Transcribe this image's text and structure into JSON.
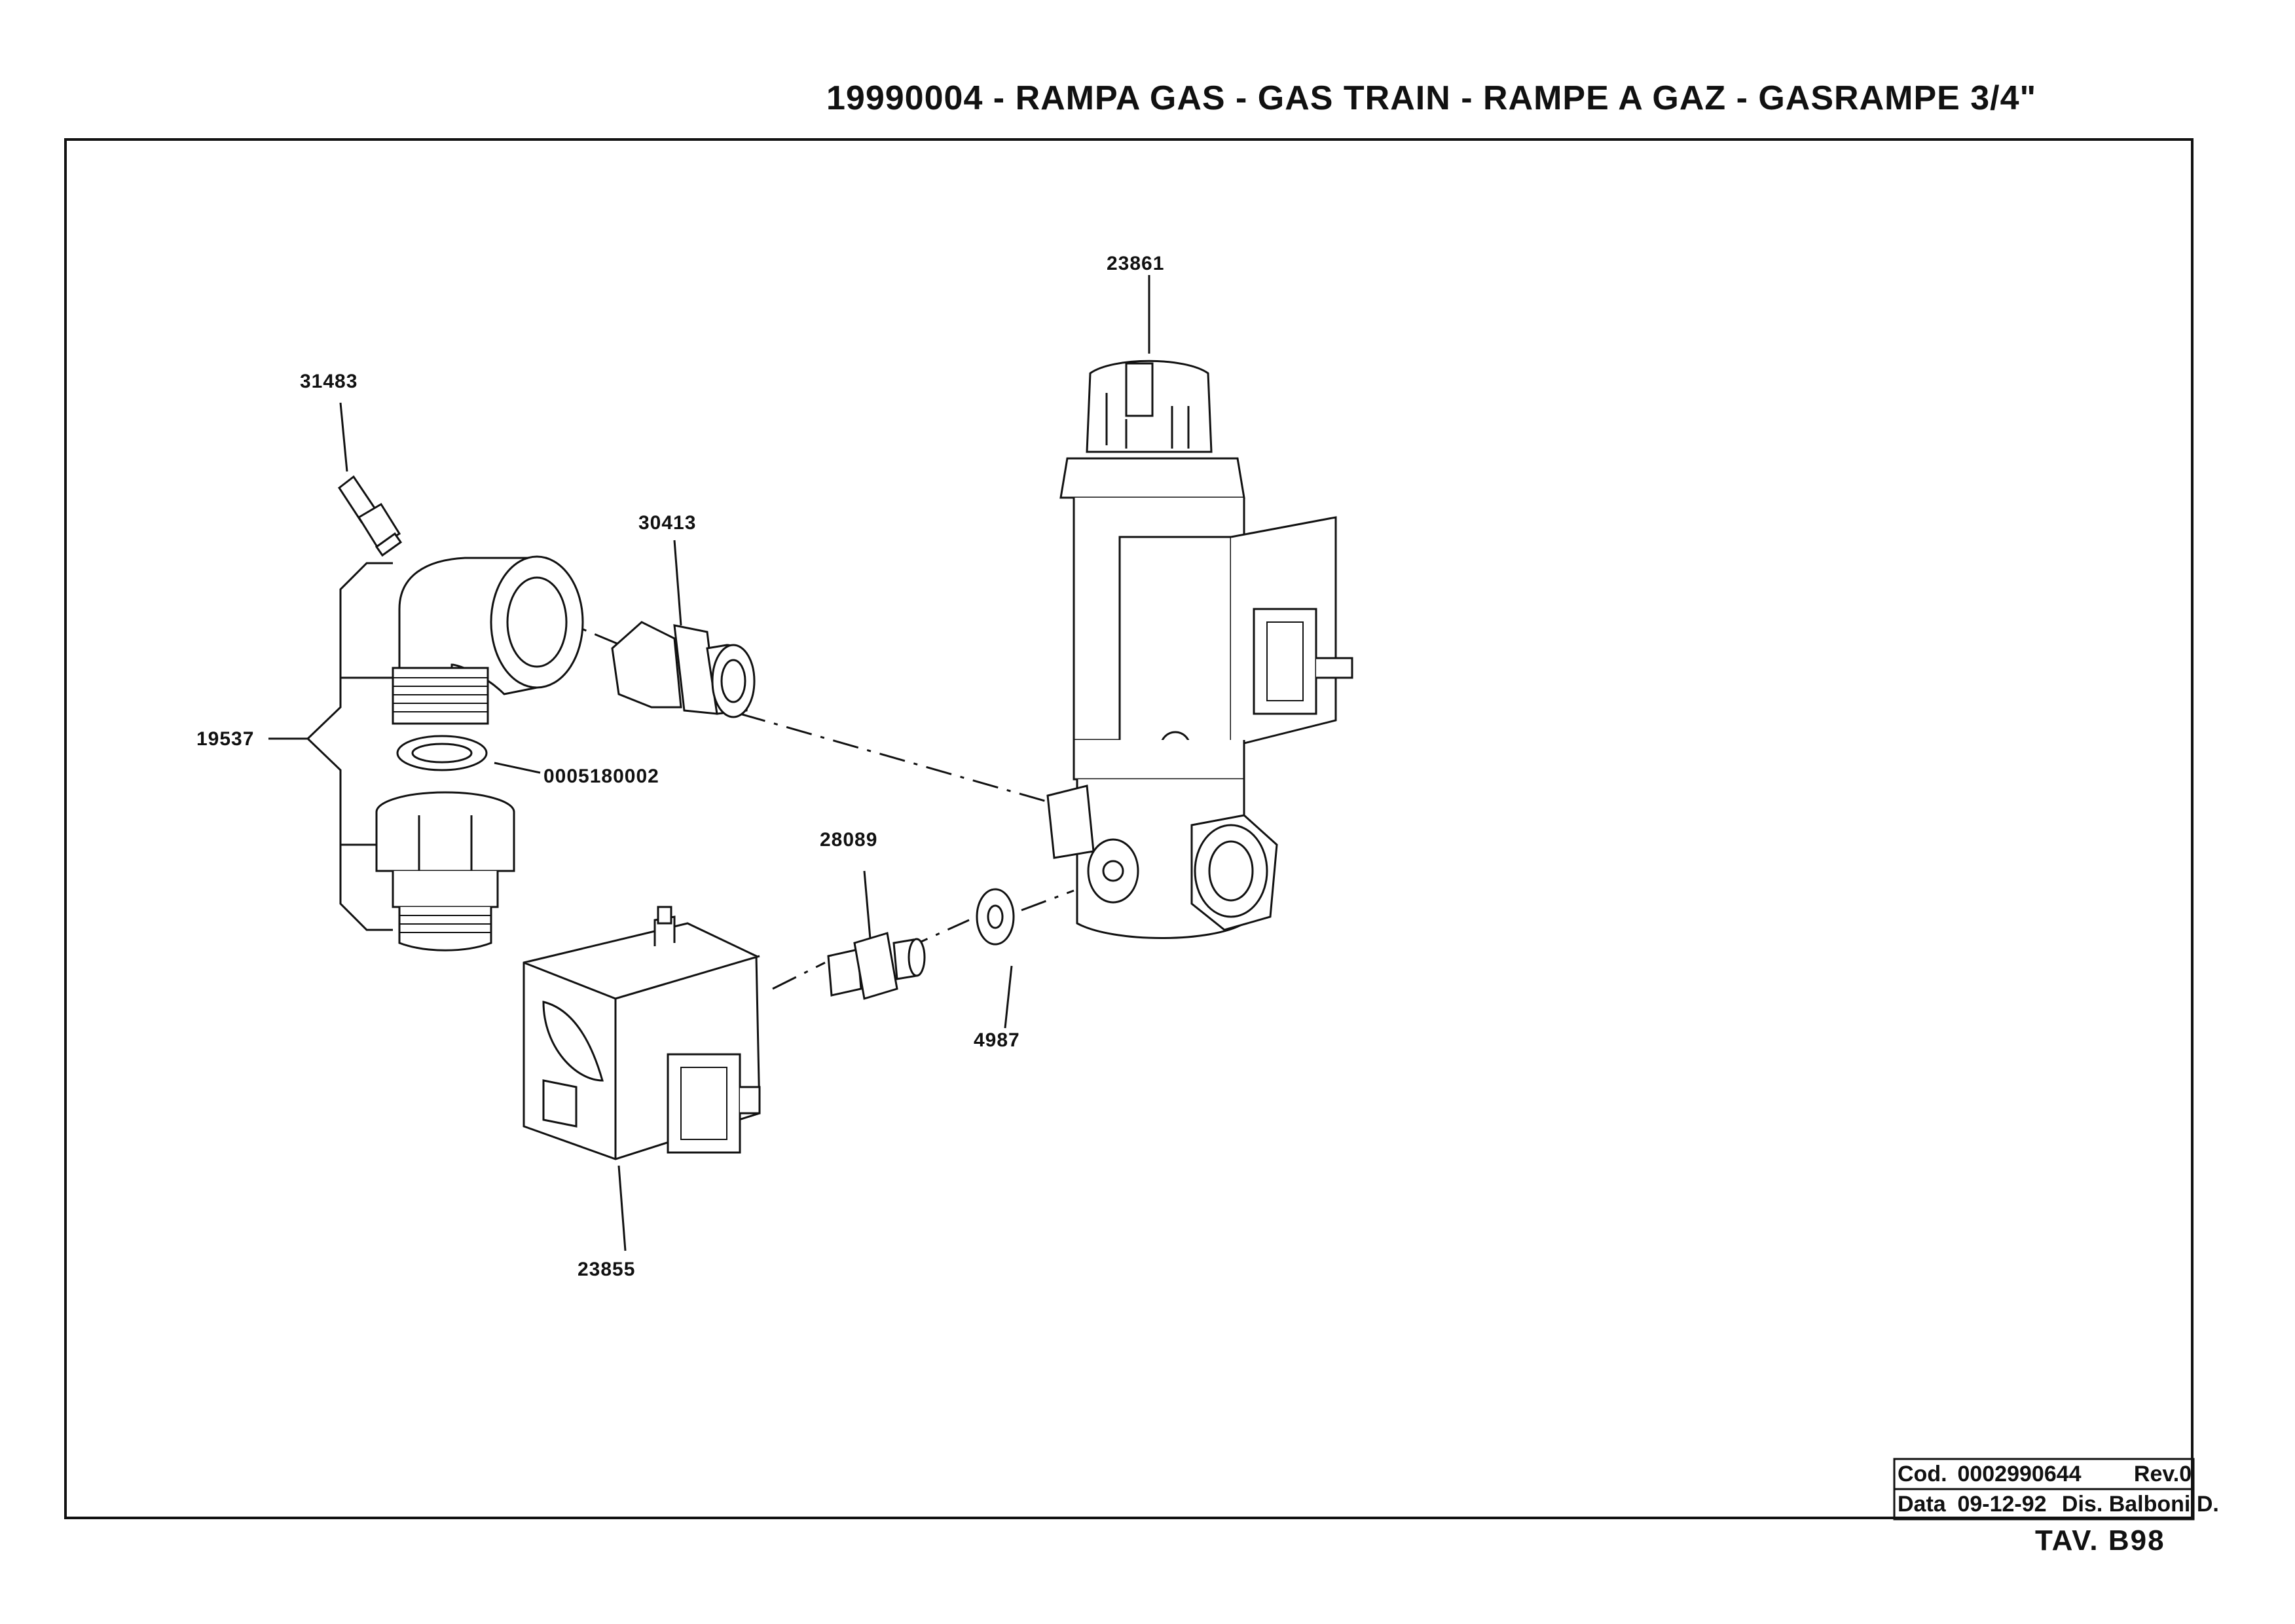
{
  "title": "19990004 - RAMPA GAS - GAS TRAIN - RAMPE A GAZ - GASRAMPE 3/4\"",
  "sheet_id": "TAV. B98",
  "title_block": {
    "cod_label": "Cod.",
    "cod_value": "0002990644",
    "rev": "Rev.0",
    "data_label": "Data",
    "data_value": "09-12-92",
    "dis": "Dis. Balboni D."
  },
  "callouts": {
    "p23861": "23861",
    "p31483": "31483",
    "p30413": "30413",
    "p19537": "19537",
    "p0005180002": "0005180002",
    "p28089": "28089",
    "p4987": "4987",
    "p23855": "23855"
  }
}
